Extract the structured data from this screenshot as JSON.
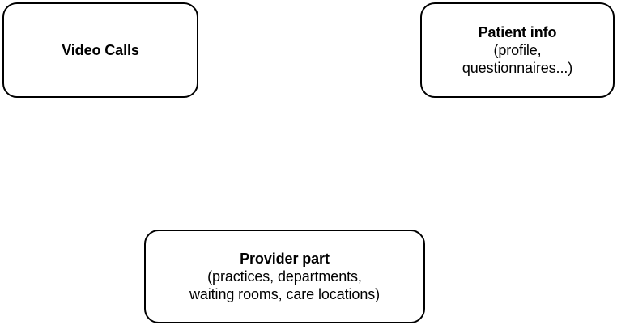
{
  "diagram": {
    "type": "block-diagram",
    "background_color": "#ffffff",
    "node_fill_color": "#ffffff",
    "node_border_color": "#000000",
    "text_color": "#000000",
    "connectors": [],
    "nodes": [
      {
        "id": "video-calls",
        "title": "Video Calls",
        "lines": []
      },
      {
        "id": "patient-info",
        "title": "Patient info",
        "lines": [
          "(profile,",
          "questionnaires...)"
        ]
      },
      {
        "id": "provider-part",
        "title": "Provider part",
        "lines": [
          "(practices, departments,",
          "waiting rooms, care locations)"
        ]
      }
    ]
  }
}
